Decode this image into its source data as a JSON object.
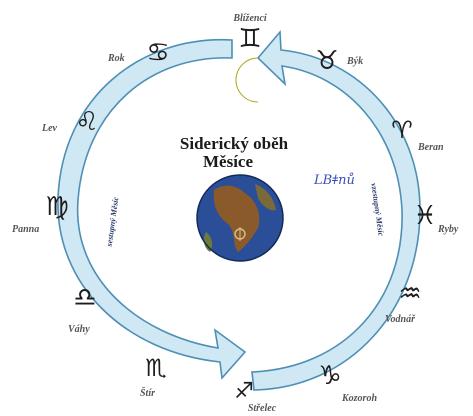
{
  "title_line1": "Siderický oběh",
  "title_line2": "Měsíce",
  "signature": "LBǂnů",
  "arc_left_label": "sestupný Měsíc",
  "arc_right_label": "vzestupný Měsíc",
  "colors": {
    "arrow_fill": "#cfe8f3",
    "arrow_stroke": "#4d8fb5",
    "moon": "#f5ea55",
    "earth_ocean": "#2a4f98",
    "earth_land": "#8a5a2a"
  },
  "zodiac": [
    {
      "label": "Blíženci",
      "symbol": "♊"
    },
    {
      "label": "Býk",
      "symbol": "♉"
    },
    {
      "label": "Beran",
      "symbol": "♈"
    },
    {
      "label": "Ryby",
      "symbol": "♓"
    },
    {
      "label": "Vodnář",
      "symbol": "♒"
    },
    {
      "label": "Kozoroh",
      "symbol": "♑"
    },
    {
      "label": "Střelec",
      "symbol": "♐"
    },
    {
      "label": "Štír",
      "symbol": "♏"
    },
    {
      "label": "Váhy",
      "symbol": "♎"
    },
    {
      "label": "Panna",
      "symbol": "♍"
    },
    {
      "label": "Lev",
      "symbol": "♌"
    },
    {
      "label": "Rok",
      "symbol": "♋"
    }
  ]
}
